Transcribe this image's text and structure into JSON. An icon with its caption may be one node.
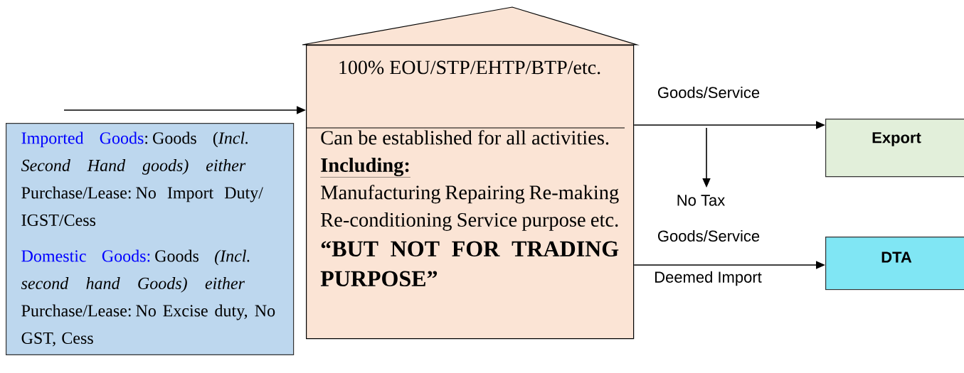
{
  "diagram": {
    "nodes": [
      {
        "text": [
          "Imported Goods",
          ": Goods (*Incl. Second Hand goods) either* Purchase/Lease: No Import Duty/ IGST/Cess",
          "Domestic Goods:",
          "Goods *(Incl. second hand Goods) either* Purchase/Lease: No Excise duty, No GST, Cess"
        ]
      },
      {
        "text": [
          "100% EOU/STP/EHTP/BTP/etc.",
          "Can be established for all activities.",
          "Including:",
          "Manufacturing Repairing Re-making Re-conditioning Service purpose etc.",
          "“BUT NOT FOR TRADING PURPOSE”"
        ]
      },
      {
        "text": [
          "Export"
        ]
      },
      {
        "text": [
          "DTA"
        ]
      },
      {
        "text": [
          "No Tax"
        ]
      }
    ],
    "edges": [
      {
        "from": null,
        "to": 1,
        "arrow": "to"
      },
      {
        "from": 1,
        "to": 2,
        "arrow": "to",
        "label": "Goods/Service"
      },
      {
        "from": 1,
        "to": 3,
        "arrow": "to",
        "label": "Goods/Service"
      },
      {
        "from": null,
        "to": 4,
        "arrow": "to"
      }
    ],
    "labels": [
      "Deemed Import"
    ]
  }
}
